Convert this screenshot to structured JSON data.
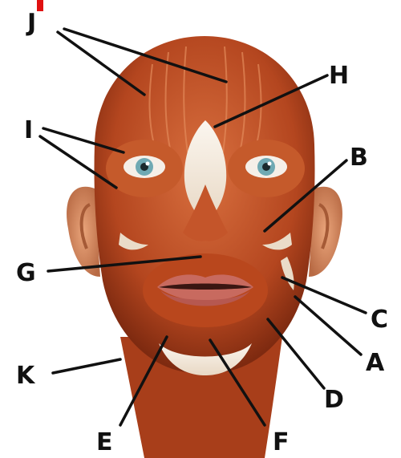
{
  "diagram": {
    "colors": {
      "muscle": "#b4461f",
      "muscle_light": "#d9703f",
      "muscle_dark": "#7e2a10",
      "tendon": "#f4ece2",
      "lips": "#c05a55",
      "ear": "#d9895e",
      "leader": "#111111",
      "corner_mark": "#e01010"
    },
    "labels": {
      "J": "J",
      "H": "H",
      "I": "I",
      "B": "B",
      "G": "G",
      "C": "C",
      "A": "A",
      "K": "K",
      "D": "D",
      "E": "E",
      "F": "F"
    }
  }
}
